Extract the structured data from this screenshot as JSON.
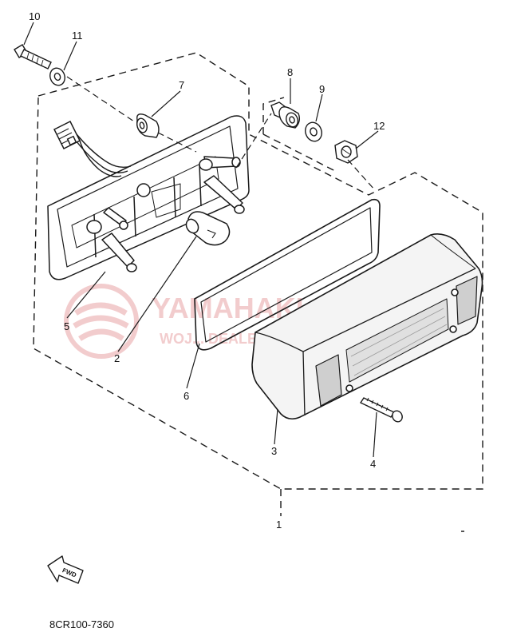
{
  "parts": [
    {
      "number": "10"
    },
    {
      "number": "11"
    },
    {
      "number": "7"
    },
    {
      "number": "8"
    },
    {
      "number": "9"
    },
    {
      "number": "12"
    },
    {
      "number": "5"
    },
    {
      "number": "2"
    },
    {
      "number": "6"
    },
    {
      "number": "3"
    },
    {
      "number": "4"
    },
    {
      "number": "1"
    }
  ],
  "fwd_label": "FWD",
  "diagram_code": "8CR100-7360",
  "watermark": {
    "title": "YAMAHAKLEP.PL",
    "subtitle": "WOJ... DEALER YAMAHA",
    "color": "#e9a3a6"
  }
}
